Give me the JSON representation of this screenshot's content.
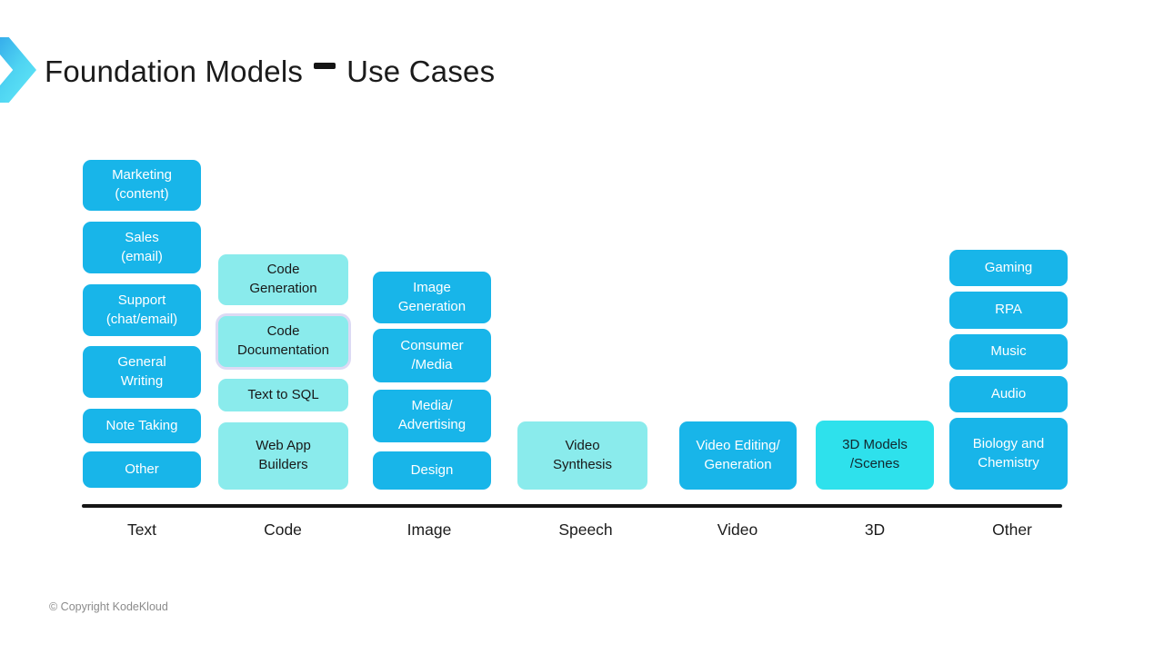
{
  "slide": {
    "title_left": "Foundation Models",
    "title_right": "Use Cases",
    "footer": "© Copyright KodeKloud"
  },
  "palette": {
    "blue": "#18B5E9",
    "pale": "#8AEBEC",
    "vivid": "#2EE1EC",
    "axis": "#151515",
    "chevron_start": "#2D9FE8",
    "chevron_mid": "#4FD4F2",
    "chevron_end": "#63E9F7"
  },
  "diagram": {
    "columns": [
      {
        "label": "Text",
        "boxes": [
          {
            "label": "Marketing\n(content)"
          },
          {
            "label": "Sales\n(email)"
          },
          {
            "label": "Support\n(chat/email)"
          },
          {
            "label": "General\nWriting"
          },
          {
            "label": "Note Taking"
          },
          {
            "label": "Other"
          }
        ]
      },
      {
        "label": "Code",
        "boxes": [
          {
            "label": "Code\nGeneration"
          },
          {
            "label": "Code\nDocumentation"
          },
          {
            "label": "Text to SQL"
          },
          {
            "label": "Web App\nBuilders"
          }
        ]
      },
      {
        "label": "Image",
        "boxes": [
          {
            "label": "Image\nGeneration"
          },
          {
            "label": "Consumer\n/Media"
          },
          {
            "label": "Media/\nAdvertising"
          },
          {
            "label": "Design"
          }
        ]
      },
      {
        "label": "Speech",
        "boxes": [
          {
            "label": "Video\nSynthesis"
          }
        ]
      },
      {
        "label": "Video",
        "boxes": [
          {
            "label": "Video Editing/\nGeneration"
          }
        ]
      },
      {
        "label": "3D",
        "boxes": [
          {
            "label": "3D Models\n/Scenes"
          }
        ]
      },
      {
        "label": "Other",
        "boxes": [
          {
            "label": "Gaming"
          },
          {
            "label": "RPA"
          },
          {
            "label": "Music"
          },
          {
            "label": "Audio"
          },
          {
            "label": "Biology and\nChemistry"
          }
        ]
      }
    ]
  }
}
